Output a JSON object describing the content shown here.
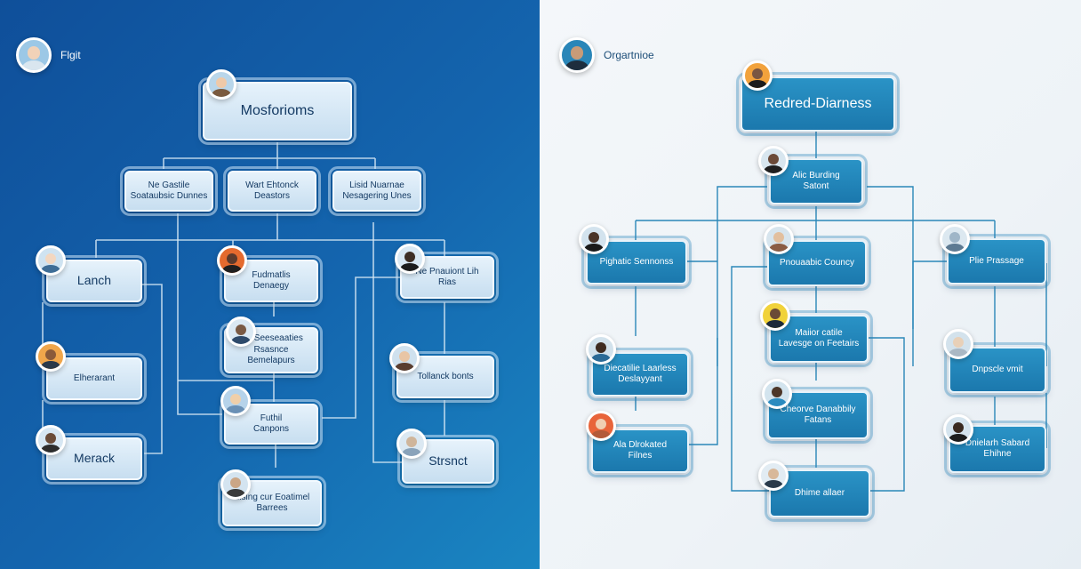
{
  "left_panel": {
    "brand": "Flgit",
    "nodes": {
      "root": "Mosforioms",
      "a1": "Ne Gastile\nSoataubsic Dunnes",
      "a2": "Wart Ehtonck\nDeastors",
      "a3": "Lisid Nuarnae\nNesagering Unes",
      "b1": "Lanch",
      "b2": "Elherarant",
      "b3": "Merack",
      "c1": "Fudmatlis\nDenaegy",
      "c2": "Thi Seeseaaties\nRsasnce\nBemelapurs",
      "c3": "Futhil\nCanpons",
      "c4": "Lising cur Eoatimel\nBarrees",
      "d1": "Ne Pnauiont Lih\nRias",
      "d2": "Tollanck bonts",
      "d3": "Strsnct"
    }
  },
  "right_panel": {
    "brand": "Orgartnioe",
    "nodes": {
      "root": "Redred-Diarness",
      "r1": "Alic Burding\nSatont",
      "l1": "Pighatic Sennonss",
      "l2": "Diecatilie Laarless\nDeslayyant",
      "l3": "Ala Dlrokated\nFilnes",
      "m1": "Pnouaabic Councy",
      "m2": "Maiior catile\nLavesge on Feetairs",
      "m3": "Cheorve Danabbily\nFatans",
      "m4": "Dhime allaer",
      "p1": "Plie Prassage",
      "p2": "Dnpscle vmit",
      "p3": "Dnielarh Sabard\nEhihne"
    }
  },
  "colors": {
    "left_bg": "#1465ae",
    "right_bg": "#f0f4f8",
    "left_node": "#d7e9f7",
    "right_node": "#1f82b8"
  }
}
